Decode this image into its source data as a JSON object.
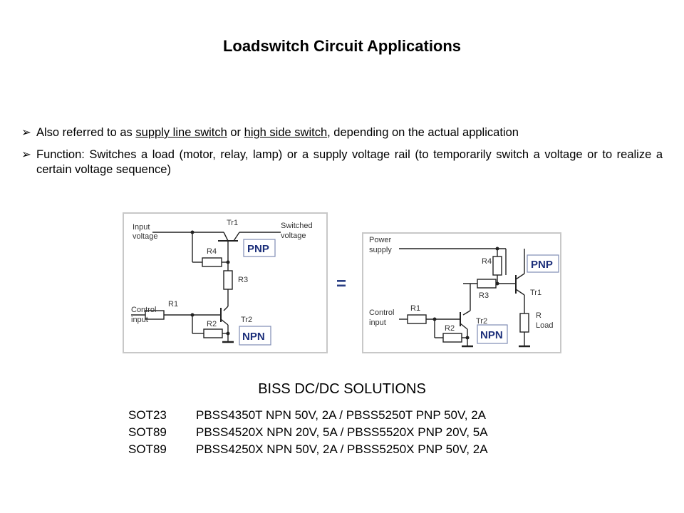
{
  "title": "Loadswitch Circuit Applications",
  "bullets": [
    {
      "marker": "➢",
      "parts": {
        "p1": "Also referred to as ",
        "u1": "supply line switch",
        "p2": " or ",
        "u2": "high side switch",
        "p3": ", depending on the actual application"
      }
    },
    {
      "marker": "➢",
      "text": "Function: Switches a load (motor, relay, lamp) or a supply voltage rail (to temporarily switch a voltage or to realize a certain voltage sequence)"
    }
  ],
  "diagram_left": {
    "input_label_1": "Input",
    "input_label_2": "voltage",
    "switched_label_1": "Switched",
    "switched_label_2": "voltage",
    "control_label_1": "Control",
    "control_label_2": "input",
    "tr1": "Tr1",
    "tr2": "Tr2",
    "r1": "R1",
    "r2": "R2",
    "r3": "R3",
    "r4": "R4",
    "pnp": "PNP",
    "npn": "NPN"
  },
  "equals": "=",
  "diagram_right": {
    "power_label_1": "Power",
    "power_label_2": "supply",
    "control_label_1": "Control",
    "control_label_2": "input",
    "tr1": "Tr1",
    "tr2": "Tr2",
    "r1": "R1",
    "r2": "R2",
    "r3": "R3",
    "r4": "R4",
    "rload_1": "R",
    "rload_2": "Load",
    "pnp": "PNP",
    "npn": "NPN"
  },
  "biss": {
    "title": "BISS DC/DC SOLUTIONS",
    "rows": [
      {
        "package": "SOT23",
        "parts": "PBSS4350T NPN 50V, 2A / PBSS5250T PNP 50V, 2A"
      },
      {
        "package": "SOT89",
        "parts": "PBSS4520X NPN 20V, 5A / PBSS5520X PNP 20V, 5A"
      },
      {
        "package": "SOT89",
        "parts": "PBSS4250X NPN 50V, 2A / PBSS5250X PNP 50V, 2A"
      }
    ]
  }
}
